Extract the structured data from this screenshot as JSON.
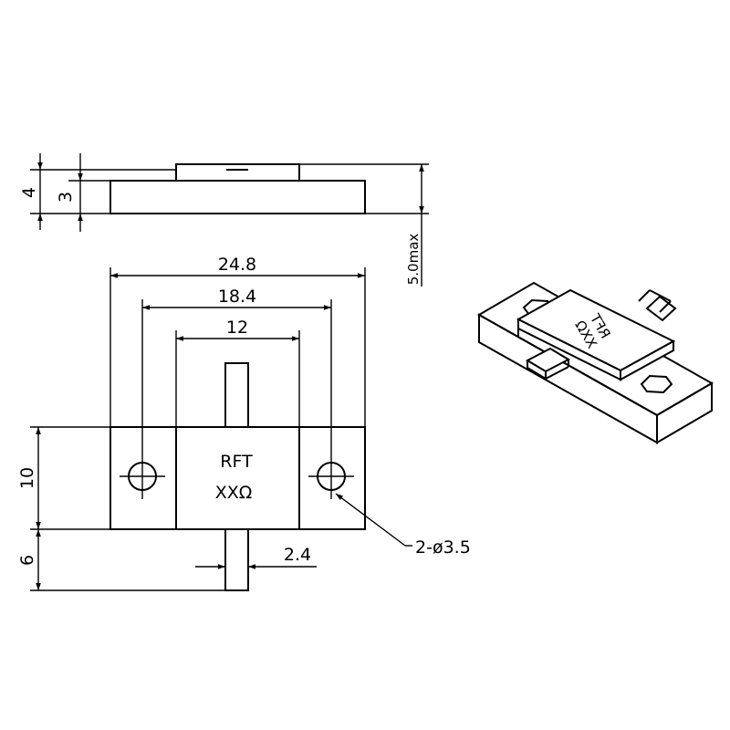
{
  "side_view": {
    "dim_total_height": "4",
    "dim_flange_height": "3",
    "dim_max_height": "5.0max"
  },
  "top_view": {
    "dim_flange_length": "24.8",
    "dim_hole_spacing": "18.4",
    "dim_body_width": "12",
    "dim_flange_width": "10",
    "dim_tab_length": "6",
    "dim_tab_width": "2.4",
    "hole_callout": "2-ø3.5",
    "marking_line1": "RFT",
    "marking_line2": "XXΩ"
  },
  "iso_view": {
    "marking_line1": "RFT",
    "marking_line2": "XXΩ"
  }
}
